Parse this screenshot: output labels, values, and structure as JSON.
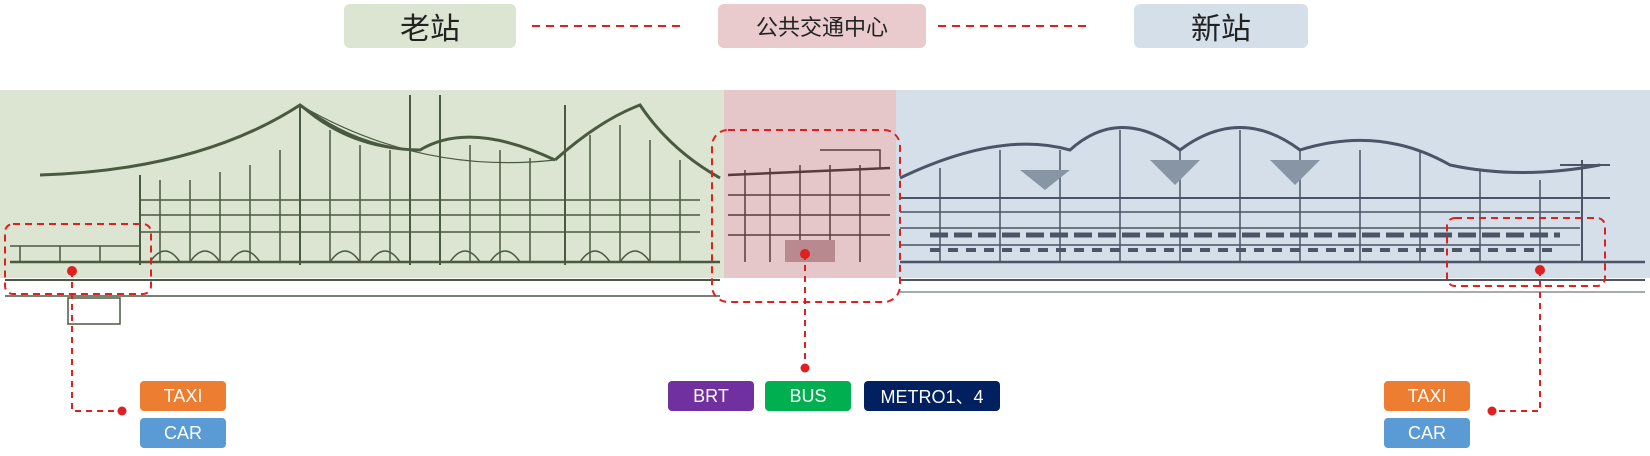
{
  "header": {
    "old_station": "老站",
    "transit_hub": "公共交通中心",
    "new_station": "新站"
  },
  "left_modes": {
    "taxi": "TAXI",
    "car": "CAR"
  },
  "center_modes": {
    "brt": "BRT",
    "bus": "BUS",
    "metro": "METRO1、4"
  },
  "right_modes": {
    "taxi": "TAXI",
    "car": "CAR"
  },
  "colors": {
    "old_zone": "#dbe5d1",
    "hub_zone": "#e5c6c9",
    "new_zone": "#d5dfe9",
    "dash_red": "#e02020",
    "taxi": "#ed7d31",
    "car": "#5b9bd5",
    "brt": "#7030a0",
    "bus": "#00b050",
    "metro": "#002060",
    "old_line": "#4a5a40",
    "new_line": "#4a5566",
    "hub_line": "#5a3a3e"
  }
}
